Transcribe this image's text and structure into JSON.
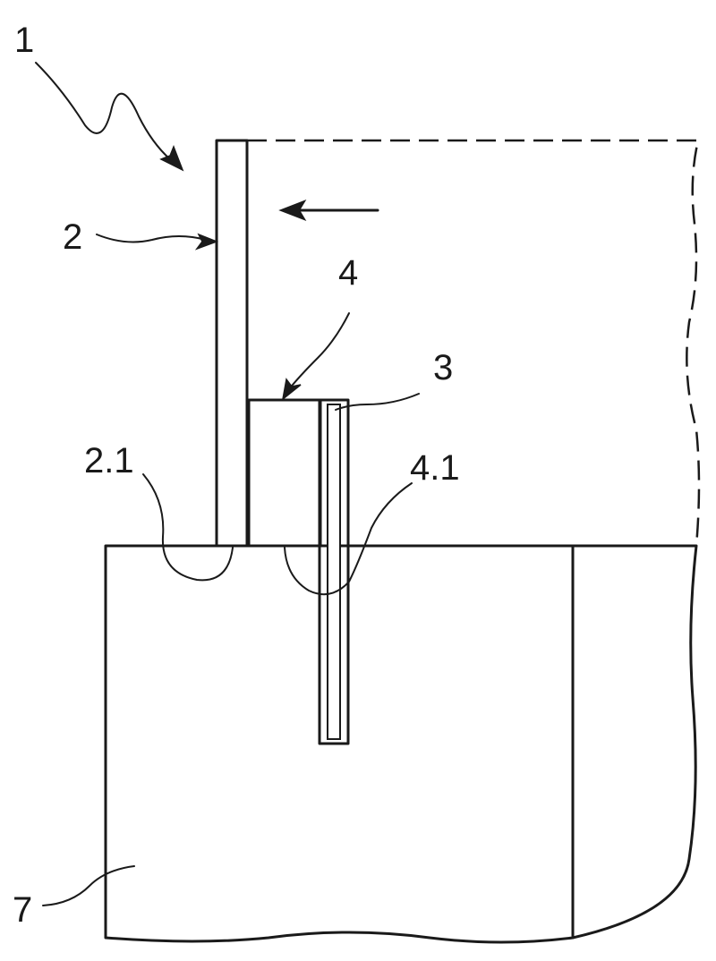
{
  "figure": {
    "labels": {
      "assembly": "1",
      "wall": "2",
      "wall_end": "2.1",
      "pin": "3",
      "block": "4",
      "block_end": "4.1",
      "base": "7"
    }
  },
  "colors": {
    "ink": "#1a1a1a",
    "background": "#ffffff"
  },
  "icons": {
    "movement_arrow": "arrow-left-icon"
  }
}
